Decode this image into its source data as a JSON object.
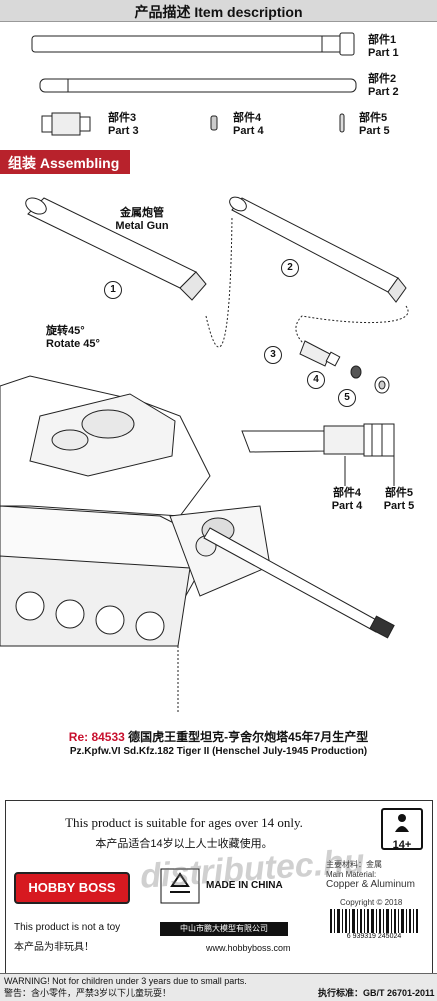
{
  "header": {
    "title": "产品描述   Item description"
  },
  "parts_list": [
    {
      "cn": "部件1",
      "en": "Part 1"
    },
    {
      "cn": "部件2",
      "en": "Part 2"
    },
    {
      "cn": "部件3",
      "en": "Part 3"
    },
    {
      "cn": "部件4",
      "en": "Part 4"
    },
    {
      "cn": "部件5",
      "en": "Part 5"
    }
  ],
  "assembling": {
    "title": "组装 Assembling",
    "metal_gun_cn": "金属炮管",
    "metal_gun_en": "Metal Gun",
    "rotate_cn": "旋转45°",
    "rotate_en": "Rotate 45°",
    "callouts": [
      "1",
      "2",
      "3",
      "4",
      "5"
    ],
    "detail_part4_cn": "部件4",
    "detail_part4_en": "Part 4",
    "detail_part5_cn": "部件5",
    "detail_part5_en": "Part 5"
  },
  "product": {
    "ref_prefix": "Re: 84533",
    "name_cn": "德国虎王重型坦克-亨舍尔炮塔45年7月生产型",
    "name_en": "Pz.Kpfw.VI Sd.Kfz.182 Tiger II (Henschel July-1945 Production)"
  },
  "footer": {
    "age_en": "This product is suitable for ages over 14 only.",
    "age_cn": "本产品适合14岁以上人士收藏使用。",
    "age_badge": "14+",
    "brand": "HOBBY BOSS",
    "made_in": "MADE IN CHINA",
    "main_material_cn": "主要材料：金属",
    "main_material_en": "Main Material:",
    "material_value": "Copper & Aluminum",
    "copyright": "Copyright © 2018",
    "not_toy_en": "This product is not a toy",
    "not_toy_cn": "本产品为非玩具！",
    "company_cn": "中山市鹏大模型有限公司",
    "website": "www.hobbyboss.com",
    "barcode": "6 939319 245024",
    "warning_en": "WARNING! Not for children under 3 years due to small parts.",
    "warning_cn": "警告：含小零件，严禁3岁以下儿童玩耍！",
    "standard": "执行标准：GB/T 26701-2011",
    "watermark": "distributec.hu"
  }
}
